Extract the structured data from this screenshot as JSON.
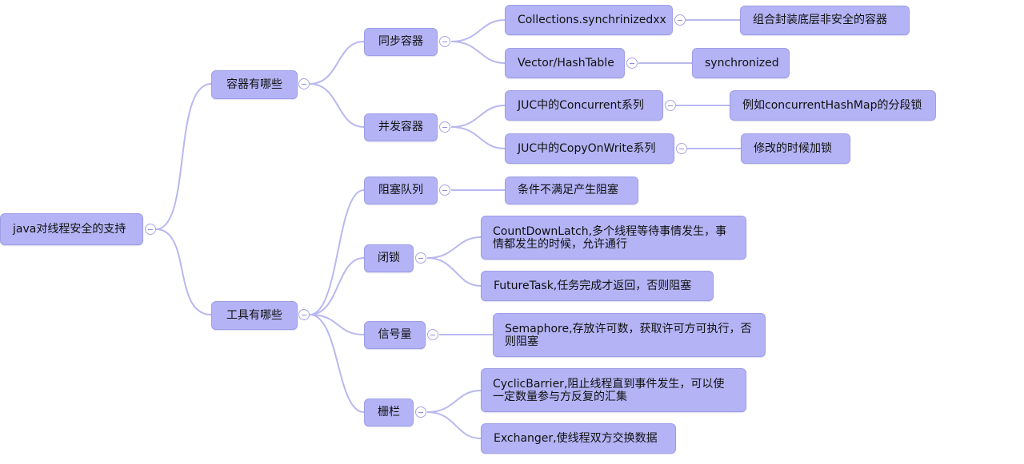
{
  "mindmap": {
    "root": "java对线程安全的支持",
    "containers": {
      "label": "容器有哪些",
      "sync": {
        "label": "同步容器",
        "collections": "Collections.synchrinizedxx",
        "collections_note": "组合封装底层非安全的容器",
        "vector": "Vector/HashTable",
        "vector_note": "synchronized"
      },
      "concurrent": {
        "label": "并发容器",
        "juc_concurrent": "JUC中的Concurrent系列",
        "juc_concurrent_note": "例如concurrentHashMap的分段锁",
        "juc_cow": "JUC中的CopyOnWrite系列",
        "juc_cow_note": "修改的时候加锁"
      }
    },
    "tools": {
      "label": "工具有哪些",
      "blocking_queue": {
        "label": "阻塞队列",
        "note": "条件不满足产生阻塞"
      },
      "latch": {
        "label": "闭锁",
        "countdown": "CountDownLatch,多个线程等待事情发生，事情都发生的时候，允许通行",
        "futuretask": "FutureTask,任务完成才返回，否则阻塞"
      },
      "semaphore": {
        "label": "信号量",
        "note": "Semaphore,存放许可数，获取许可方可执行，否则阻塞"
      },
      "barrier": {
        "label": "栅栏",
        "cyclic": "CyclicBarrier,阻止线程直到事件发生，可以使一定数量参与方反复的汇集",
        "exchanger": "Exchanger,使线程双方交换数据"
      }
    }
  }
}
